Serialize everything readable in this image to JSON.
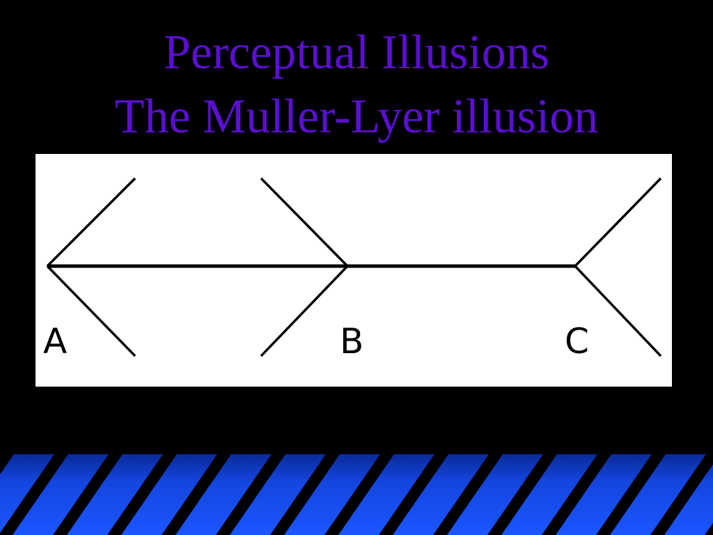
{
  "slide": {
    "title_line_1": "Perceptual Illusions",
    "title_line_2": "The Muller-Lyer illusion"
  },
  "diagram": {
    "labels": {
      "a": "A",
      "b": "B",
      "c": "C"
    }
  },
  "colors": {
    "background": "#000000",
    "title": "#5b0fd2",
    "panel": "#ffffff",
    "stripe_blue_light": "#1a56ff",
    "stripe_blue_dark": "#0a2a9a",
    "stripe_black": "#000000"
  }
}
